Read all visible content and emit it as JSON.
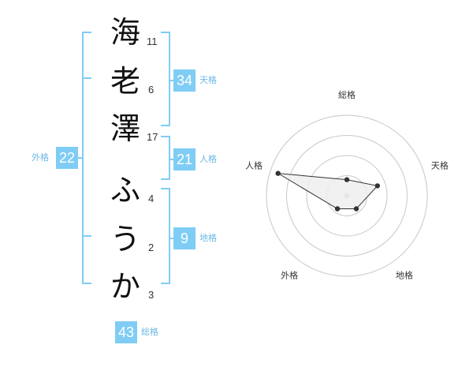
{
  "characters": [
    {
      "char": "海",
      "strokes": "11"
    },
    {
      "char": "老",
      "strokes": "6"
    },
    {
      "char": "澤",
      "strokes": "17"
    },
    {
      "char": "ふ",
      "strokes": "4"
    },
    {
      "char": "う",
      "strokes": "2"
    },
    {
      "char": "か",
      "strokes": "3"
    }
  ],
  "kaku": {
    "tenkaku": {
      "value": "34",
      "label": "天格"
    },
    "jinkaku": {
      "value": "21",
      "label": "人格"
    },
    "chikaku": {
      "value": "9",
      "label": "地格"
    },
    "gaikaku": {
      "value": "22",
      "label": "外格"
    },
    "soukaku": {
      "value": "43",
      "label": "総格"
    }
  },
  "radar": {
    "axes": [
      "総格",
      "天格",
      "地格",
      "外格",
      "人格"
    ],
    "values": [
      0.2,
      0.4,
      0.2,
      0.2,
      0.9
    ],
    "ring_count": 4,
    "colors": {
      "ring": "#c8c8c8",
      "fill": "#eeeeee",
      "line": "#333333",
      "point": "#333333",
      "center": "#bbbbbb"
    }
  }
}
